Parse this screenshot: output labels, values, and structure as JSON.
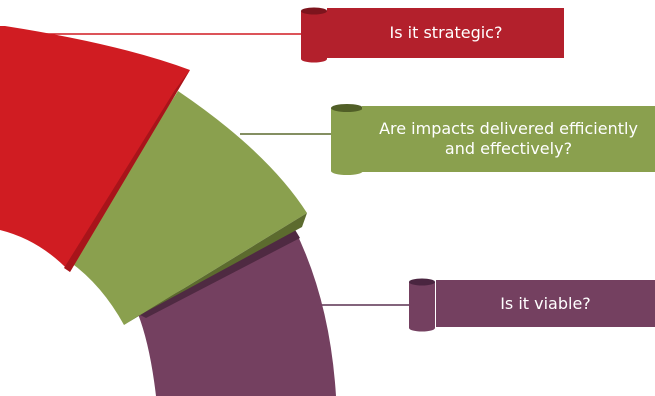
{
  "colors": {
    "red": "#d01c22",
    "red_dark": "#a8141a",
    "green": "#8aa04e",
    "green_dark": "#5c6b2e",
    "purple": "#744060",
    "purple_dark": "#4f2a42",
    "connector_red": "#d01c22",
    "connector_green": "#5b6a2e",
    "connector_purple": "#5a3150"
  },
  "labels": [
    {
      "text": "Is it strategic?",
      "color": "#b3202c"
    },
    {
      "text": "Are impacts delivered efficiently and effectively?",
      "color": "#8aa04e"
    },
    {
      "text": "Is it viable?",
      "color": "#744060"
    }
  ]
}
